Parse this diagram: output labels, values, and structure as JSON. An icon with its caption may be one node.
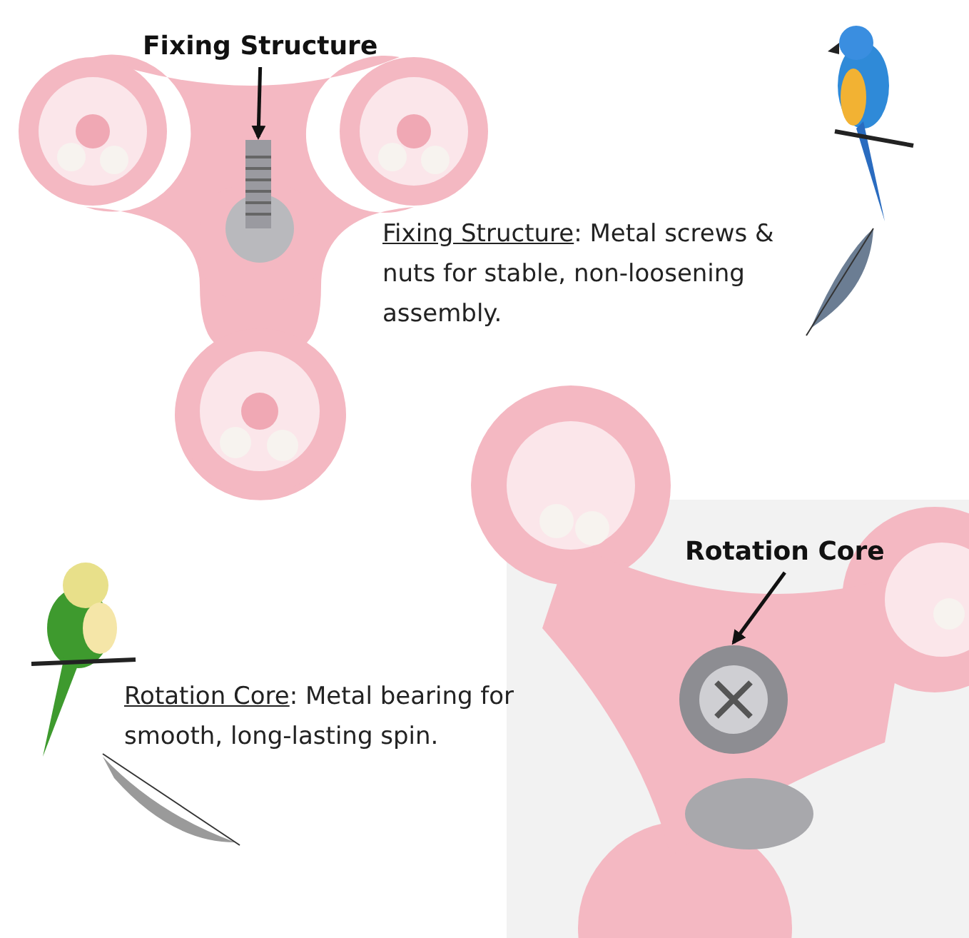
{
  "diagram": {
    "nodes": [
      {
        "text": [
          "Fixing Structure"
        ]
      },
      {
        "text": [],
        "shape": "picture"
      },
      {
        "text": [
          "Rotation Core"
        ]
      },
      {
        "text": [],
        "shape": "picture"
      }
    ],
    "edges": [
      {
        "from": 0,
        "to": 1,
        "arrow": "to"
      },
      {
        "from": 2,
        "to": 3,
        "arrow": "to"
      }
    ],
    "labels": [
      "Fixing Structure: Metal screws & nuts for stable, non-loosening assembly.",
      "Rotation Core: Metal bearing for smooth, long-lasting spin."
    ]
  }
}
